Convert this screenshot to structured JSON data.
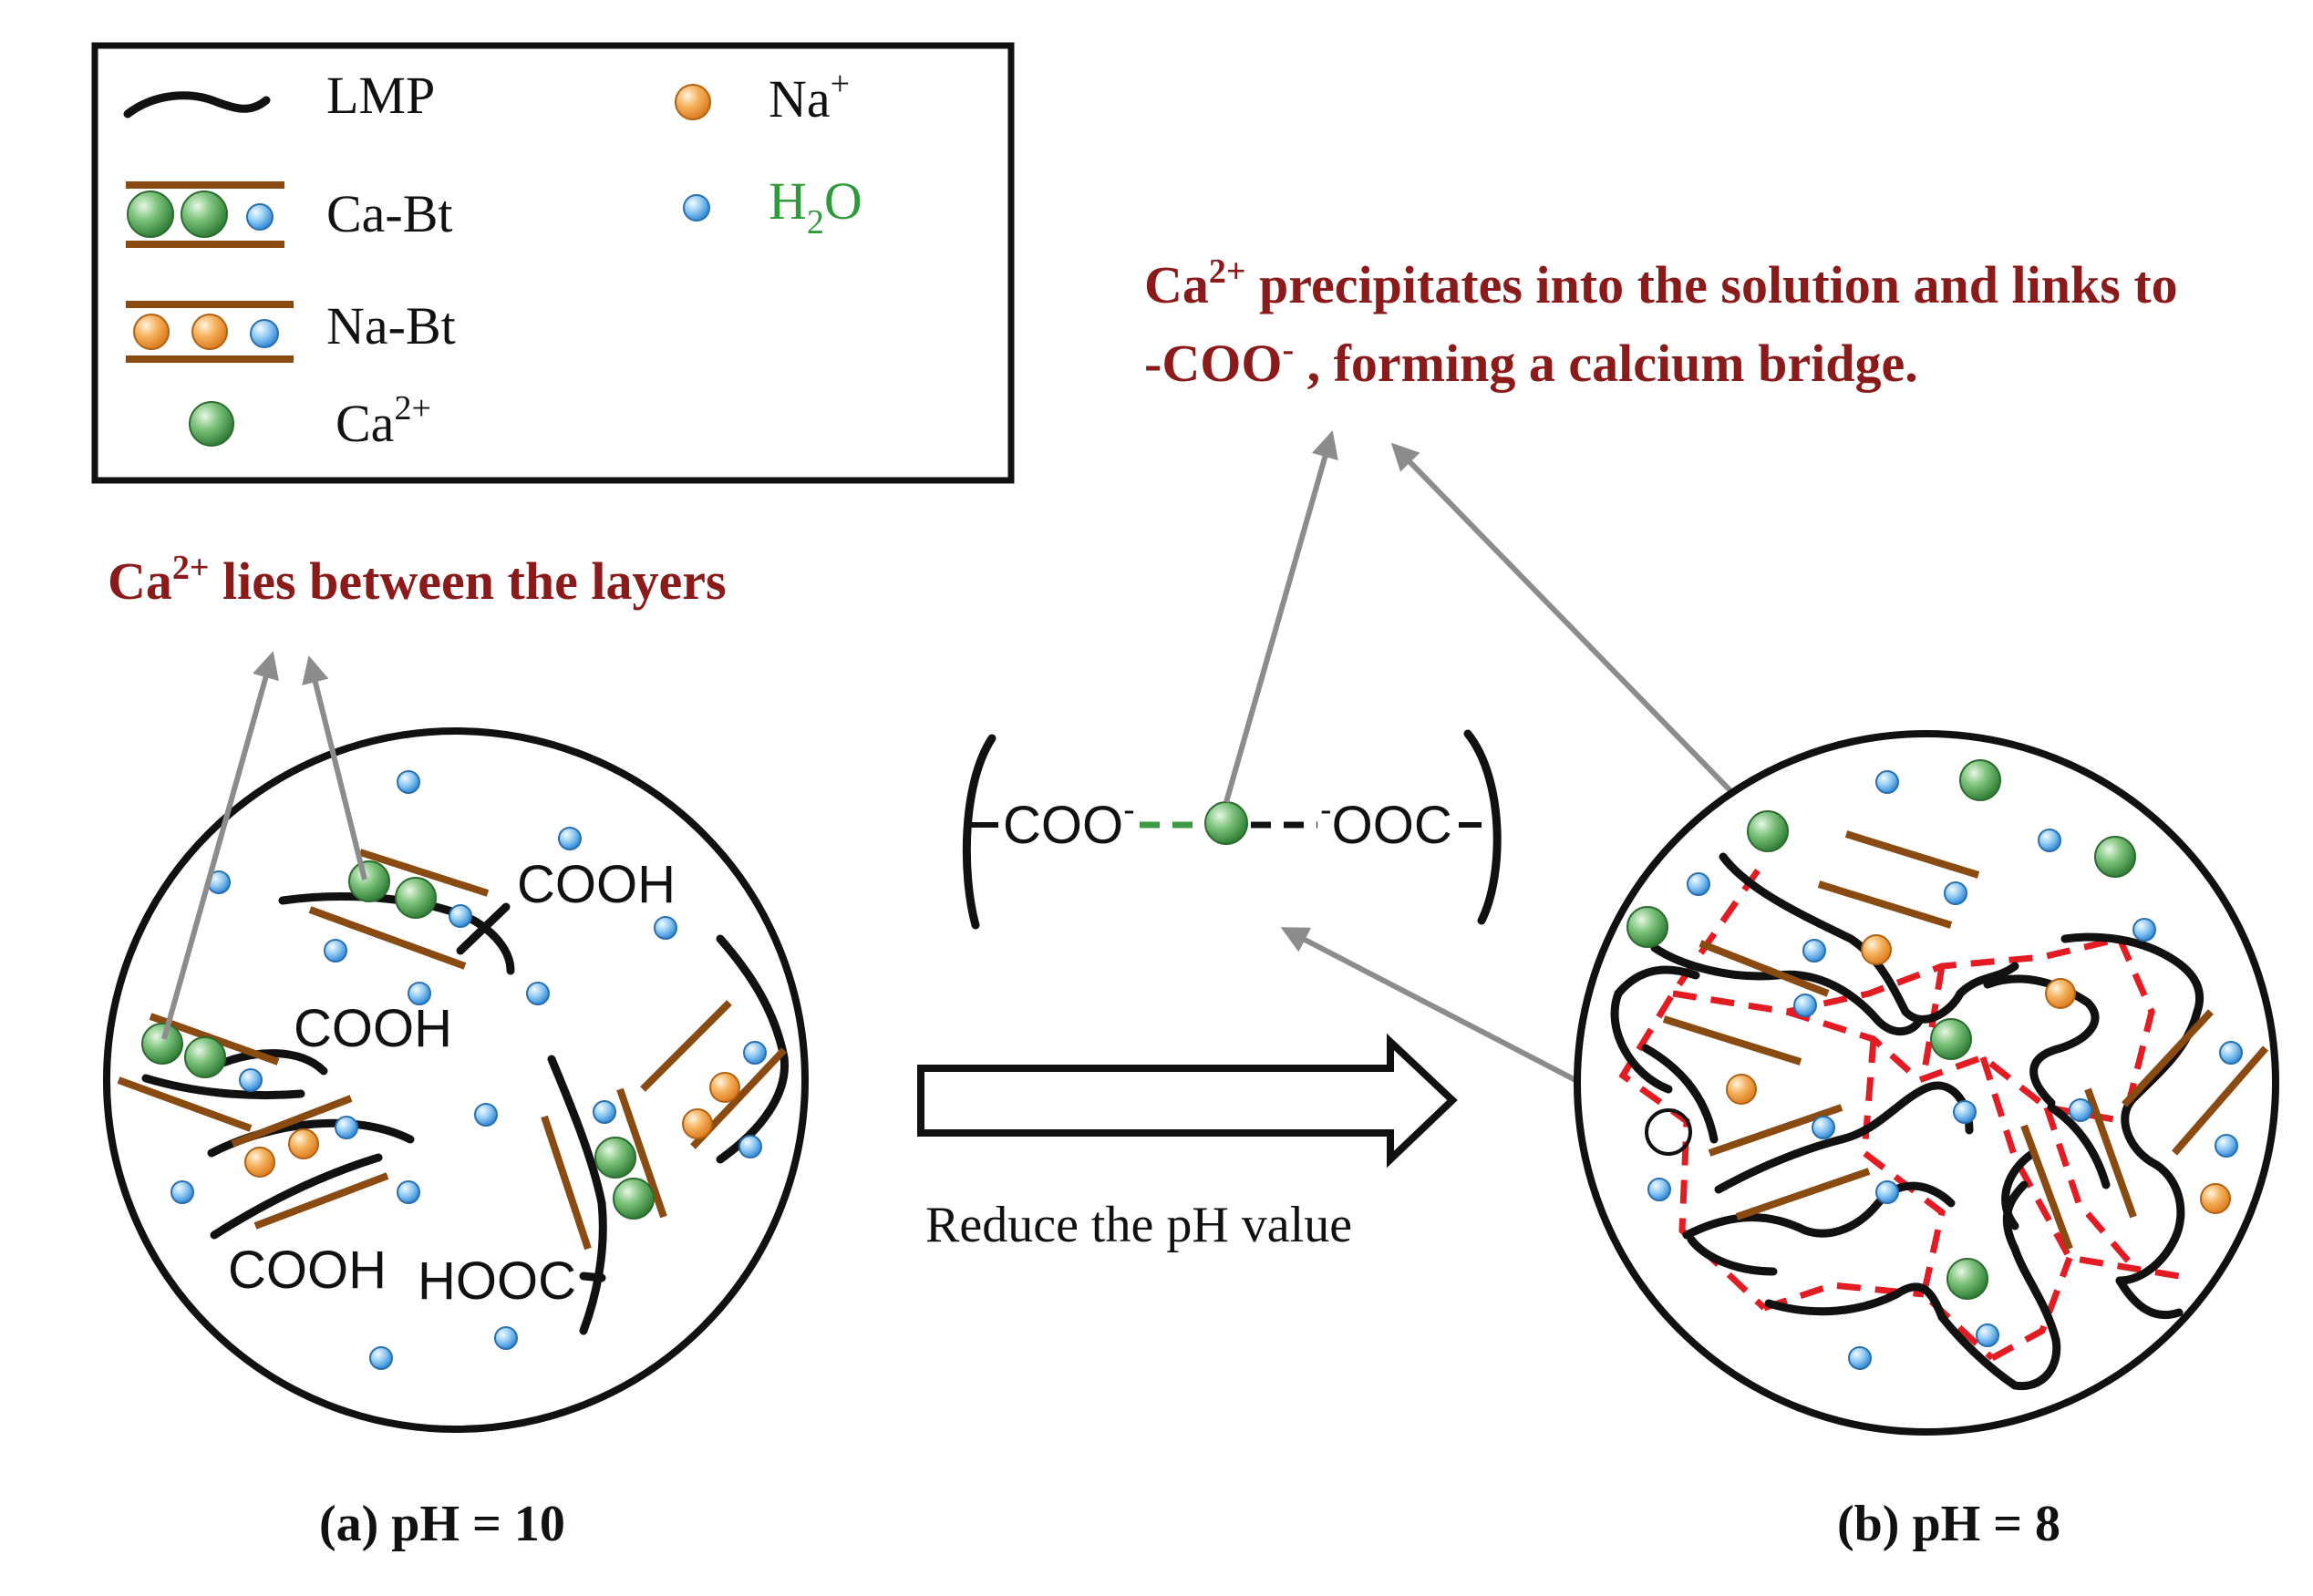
{
  "legend": {
    "items": [
      {
        "label": "LMP",
        "icon": "lmp-chain-icon"
      },
      {
        "label": "Ca-Bt",
        "icon": "ca-bentonite-icon"
      },
      {
        "label": "Na-Bt",
        "icon": "na-bentonite-icon"
      },
      {
        "label": "Ca",
        "sup": "2+",
        "icon": "calcium-ion-icon"
      },
      {
        "label": "Na",
        "sup": "+",
        "icon": "sodium-ion-icon"
      },
      {
        "label": "H",
        "sub": "2",
        "label_end": "O",
        "icon": "water-molecule-icon"
      }
    ]
  },
  "notes": {
    "left": {
      "pre": "Ca",
      "sup": "2+",
      "post": " lies between the layers"
    },
    "right_line1": {
      "pre": "Ca",
      "sup": "2+",
      "post": " precipitates into the solution and links to"
    },
    "right_line2": {
      "pre": "-COO",
      "sup": "-",
      "post": " , forming a calcium bridge."
    }
  },
  "panel_a": {
    "labels": [
      "COOH",
      "COOH",
      "COOH",
      "HOOC"
    ],
    "caption": "(a) pH = 10"
  },
  "panel_b": {
    "caption": "(b) pH = 8"
  },
  "bridge_formula": {
    "left": "COO",
    "left_sup": "-",
    "right_sup": "-",
    "right": "OOC"
  },
  "process_arrow": {
    "label": "Reduce the pH value"
  },
  "colors": {
    "calcium": "#3f9a45",
    "sodium": "#f39a3a",
    "water": "#3a8fe0",
    "clay_layer": "#8a4b12",
    "bridge": "#e31b23",
    "annotation": "#8b1a1a",
    "water_label": "#2e9a3a"
  }
}
